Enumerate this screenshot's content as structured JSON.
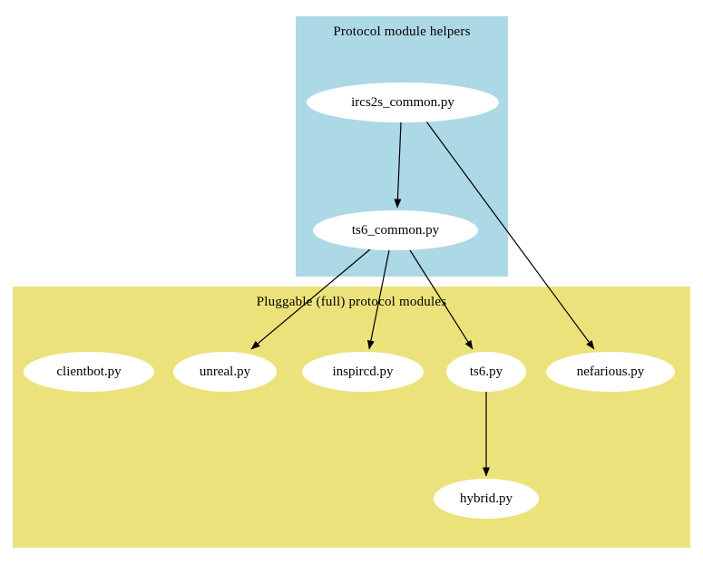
{
  "diagram": {
    "type": "dependency-graph",
    "clusters": {
      "helpers": {
        "label": "Protocol module helpers",
        "color": "#add8e6"
      },
      "pluggable": {
        "label": "Pluggable (full) protocol modules",
        "color": "#ece27b"
      }
    },
    "nodes": [
      {
        "id": "ircs2s_common",
        "label": "ircs2s_common.py",
        "cluster": "helpers"
      },
      {
        "id": "ts6_common",
        "label": "ts6_common.py",
        "cluster": "helpers"
      },
      {
        "id": "clientbot",
        "label": "clientbot.py",
        "cluster": "pluggable"
      },
      {
        "id": "unreal",
        "label": "unreal.py",
        "cluster": "pluggable"
      },
      {
        "id": "inspircd",
        "label": "inspircd.py",
        "cluster": "pluggable"
      },
      {
        "id": "ts6",
        "label": "ts6.py",
        "cluster": "pluggable"
      },
      {
        "id": "nefarious",
        "label": "nefarious.py",
        "cluster": "pluggable"
      },
      {
        "id": "hybrid",
        "label": "hybrid.py",
        "cluster": "pluggable"
      }
    ],
    "edges": [
      {
        "from": "ircs2s_common.py",
        "to": "ts6_common.py"
      },
      {
        "from": "ircs2s_common.py",
        "to": "nefarious.py"
      },
      {
        "from": "ts6_common.py",
        "to": "unreal.py"
      },
      {
        "from": "ts6_common.py",
        "to": "inspircd.py"
      },
      {
        "from": "ts6_common.py",
        "to": "ts6.py"
      },
      {
        "from": "ts6.py",
        "to": "hybrid.py"
      }
    ],
    "node_fill": "#ffffff",
    "edge_color": "#000000",
    "background": "#ffffff"
  }
}
